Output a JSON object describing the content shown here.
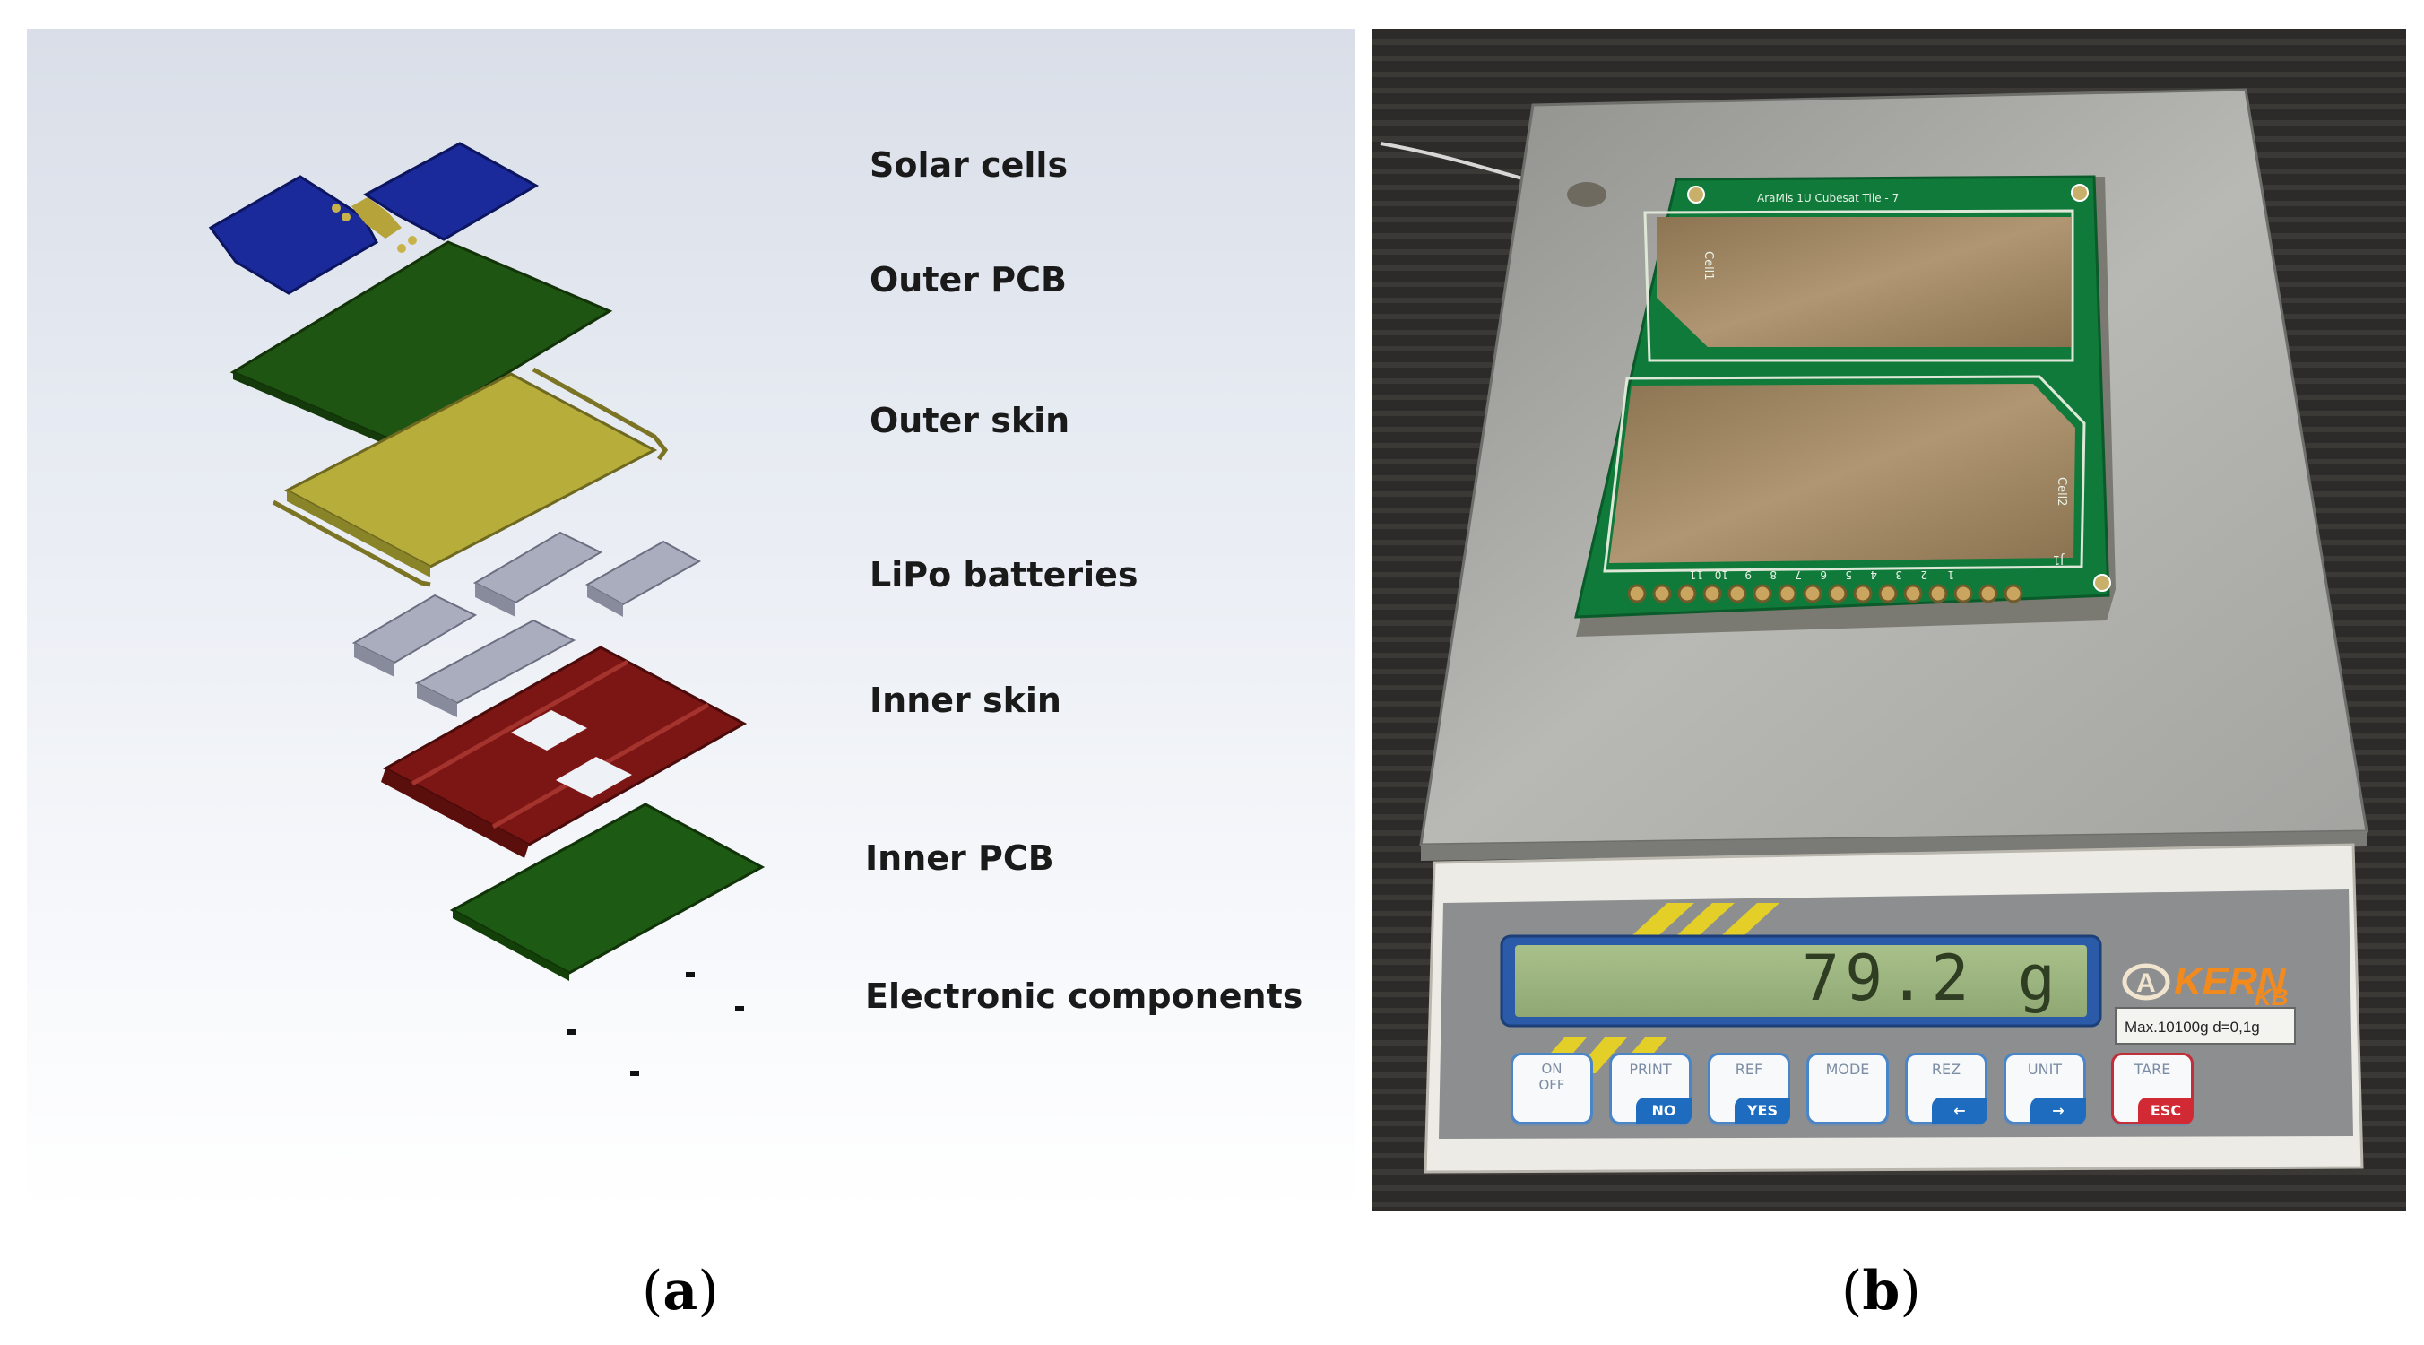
{
  "panel_a": {
    "labels": {
      "solar_cells": "Solar cells",
      "outer_pcb": "Outer PCB",
      "outer_skin": "Outer skin",
      "lipo_batteries": "LiPo batteries",
      "inner_skin": "Inner skin",
      "inner_pcb": "Inner PCB",
      "electronic_components": "Electronic components"
    },
    "colors": {
      "solar_cells": "#1a2a9a",
      "outer_pcb": "#1f5512",
      "outer_skin": "#b6ad3a",
      "lipo_batteries": "#a9adbe",
      "inner_skin": "#7c1614",
      "inner_pcb": "#1d5a13"
    }
  },
  "panel_b": {
    "pcb_title": "AraMis 1U Cubesat Tile - 7",
    "cell_labels": [
      "Cell1",
      "Cell2"
    ],
    "pin_numbers": [
      "11",
      "10",
      "9",
      "8",
      "7",
      "6",
      "5",
      "4",
      "3",
      "2",
      "1"
    ],
    "connector_label": "J1",
    "display_reading": "79.2 g",
    "brand": "KERN",
    "model": "KB",
    "capacity": "Max.10100g  d=0,1g",
    "buttons": [
      {
        "top": "ON\nOFF",
        "tab": ""
      },
      {
        "top": "PRINT",
        "tab": "NO"
      },
      {
        "top": "REF",
        "tab": "YES"
      },
      {
        "top": "MODE",
        "tab": ""
      },
      {
        "top": "REZ",
        "tab": "←"
      },
      {
        "top": "UNIT",
        "tab": "→"
      },
      {
        "top": "TARE",
        "tab": "ESC"
      }
    ]
  },
  "captions": {
    "a_open": "(",
    "a_letter": "a",
    "a_close": ")",
    "b_open": "(",
    "b_letter": "b",
    "b_close": ")"
  }
}
